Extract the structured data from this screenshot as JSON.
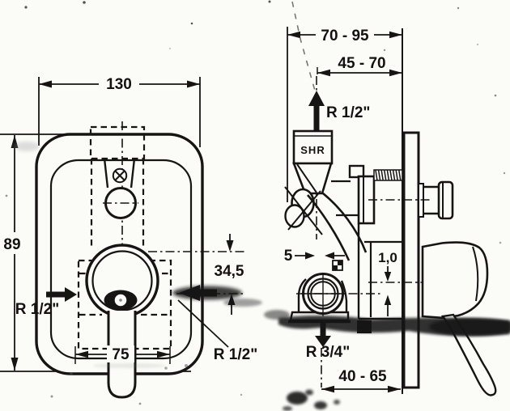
{
  "drawing": {
    "type": "installation-dimension-drawing",
    "colors": {
      "ink": "#171513",
      "paper": "#fbfbf8"
    },
    "front_view": {
      "dim_width": "130",
      "dim_height": "89",
      "dim_handle_body": "75",
      "dim_offset": "34,5",
      "label_inlet_left": "R 1/2\"",
      "label_inlet_right": "R 1/2\""
    },
    "side_view": {
      "dim_depth_total": "70 - 95",
      "dim_depth_concealed": "45 - 70",
      "label_shower_outlet": "R 1/2\"",
      "dim_center_offset": "5",
      "dim_face_gap": "1,0",
      "label_bottom_outlet": "R 3/4\"",
      "dim_outlet_depth": "40 - 65",
      "label_marking": "SHR"
    }
  }
}
